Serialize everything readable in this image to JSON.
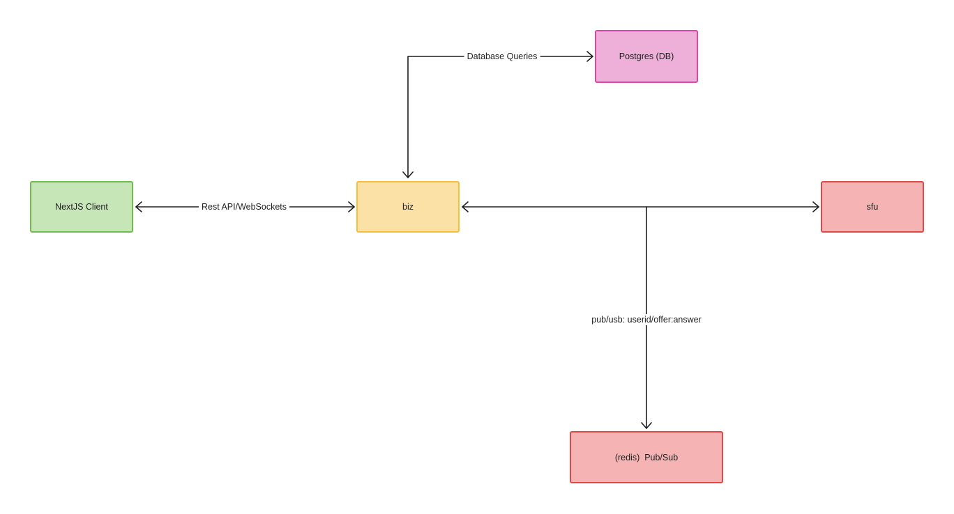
{
  "nodes": {
    "client": {
      "label": "NextJS Client",
      "fill": "#c7e6b8",
      "stroke": "#6cbf4a"
    },
    "biz": {
      "label": "biz",
      "fill": "#fbe1a6",
      "stroke": "#f5bf3a"
    },
    "postgres": {
      "label": "Postgres (DB)",
      "fill": "#eeafd9",
      "stroke": "#df44a8"
    },
    "sfu": {
      "label": "sfu",
      "fill": "#f5b3b3",
      "stroke": "#e34848"
    },
    "redis": {
      "label": "(redis)  Pub/Sub",
      "fill": "#f5b3b3",
      "stroke": "#e34848"
    }
  },
  "edges": {
    "client_biz": {
      "label": "Rest API/WebSockets"
    },
    "biz_postgres": {
      "label": "Database Queries"
    },
    "biz_sfu": {
      "label": ""
    },
    "to_redis": {
      "label": "pub/usb: userid/offer:answer"
    }
  },
  "line_color": "#1e1e1e"
}
